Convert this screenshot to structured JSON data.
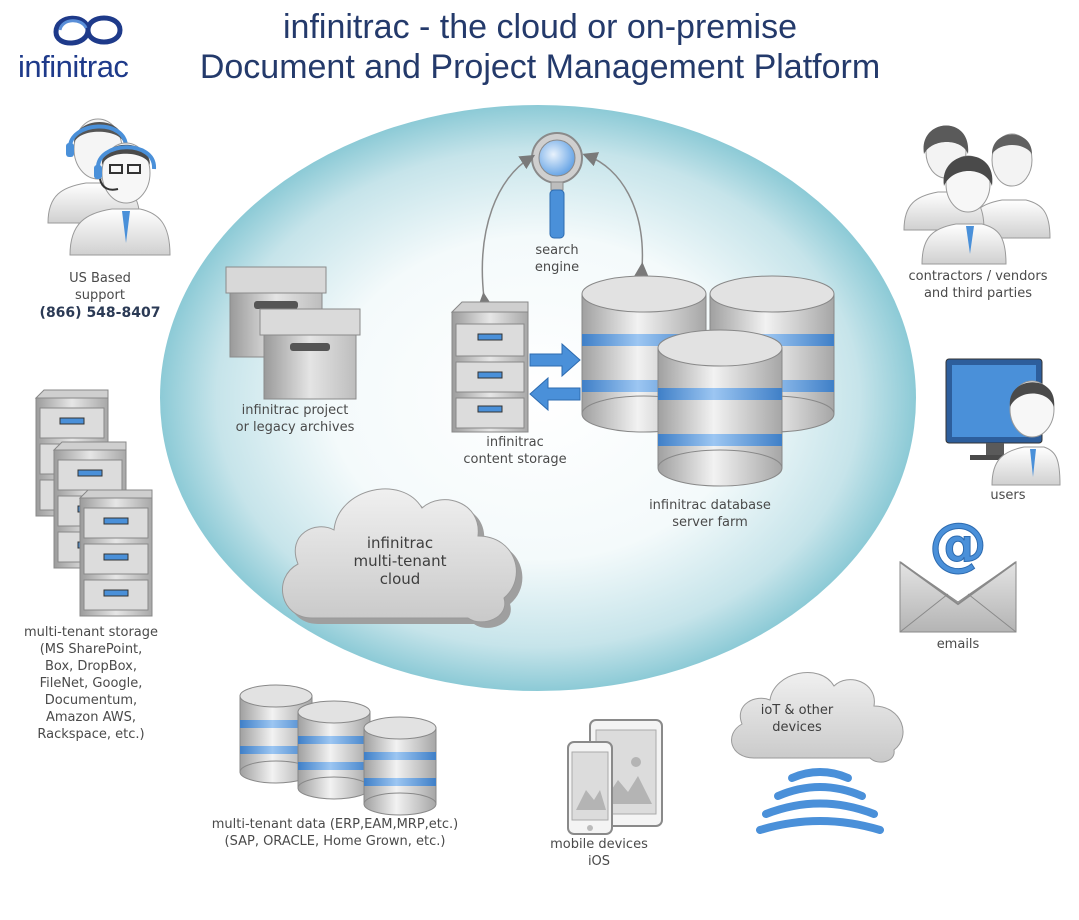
{
  "header": {
    "logo_text": "infinitrac",
    "title_line1": "infinitrac - the cloud or on-premise",
    "title_line2": "Document and Project Management Platform"
  },
  "nodes": {
    "support": {
      "label": "US Based\nsupport",
      "phone": "(866) 548-8407"
    },
    "contractors": {
      "label": "contractors / vendors\nand third parties"
    },
    "search": {
      "label": "search\nengine"
    },
    "archives": {
      "label": "infinitrac project\nor legacy archives"
    },
    "content_storage": {
      "label": "infinitrac\ncontent storage"
    },
    "database": {
      "label": "infinitrac database\nserver farm"
    },
    "cloud": {
      "label": "infinitrac\nmulti-tenant\ncloud"
    },
    "users": {
      "label": "users"
    },
    "emails": {
      "label": "emails"
    },
    "storage": {
      "label": "multi-tenant storage\n(MS SharePoint,\nBox, DropBox,\nFileNet, Google,\nDocumentum,\nAmazon AWS,\nRackspace, etc.)"
    },
    "data": {
      "label": "multi-tenant data (ERP,EAM,MRP,etc.)\n(SAP, ORACLE, Home Grown, etc.)"
    },
    "mobile": {
      "label": "mobile devices\niOS"
    },
    "iot": {
      "label": "ioT & other\ndevices"
    }
  },
  "colors": {
    "title": "#243a6b",
    "accent_blue": "#4a90d9",
    "ellipse_center": "#ffffff",
    "ellipse_edge": "#8ccad6",
    "gray_device": "#c8c8c8"
  }
}
